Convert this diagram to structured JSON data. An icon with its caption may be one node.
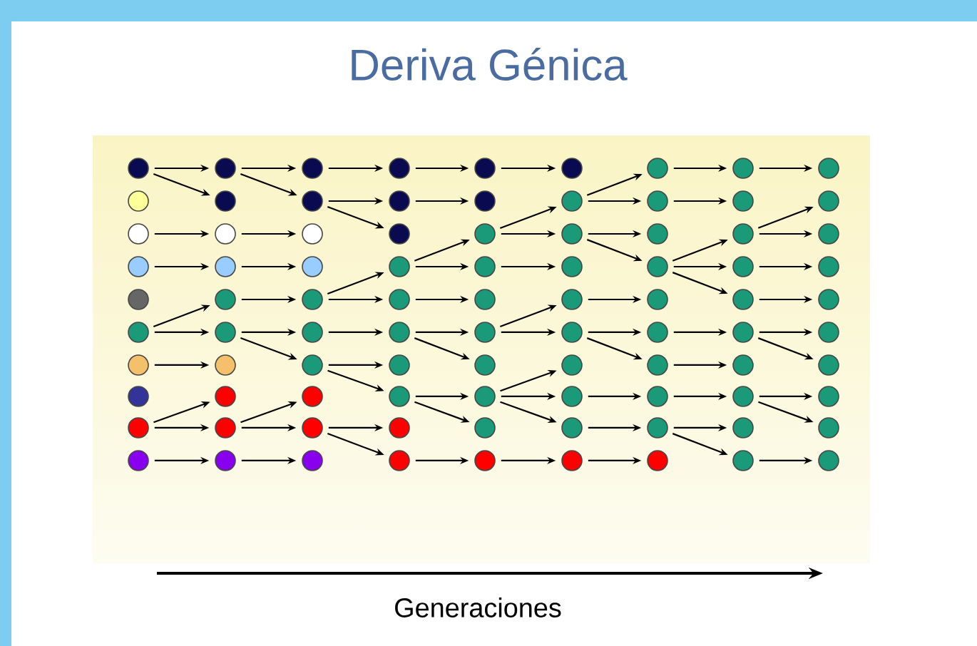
{
  "diagram": {
    "title": "Deriva Génica",
    "nodes": [
      {
        "text": [],
        "shape": "circle"
      },
      {
        "text": [],
        "shape": "circle"
      },
      {
        "text": [],
        "shape": "circle"
      },
      {
        "text": [],
        "shape": "circle"
      },
      {
        "text": [],
        "shape": "circle"
      },
      {
        "text": [],
        "shape": "circle"
      },
      {
        "text": [],
        "shape": "circle"
      },
      {
        "text": [],
        "shape": "circle"
      },
      {
        "text": [],
        "shape": "circle"
      },
      {
        "text": [],
        "shape": "circle"
      },
      {
        "text": [],
        "shape": "circle"
      },
      {
        "text": [],
        "shape": "circle"
      },
      {
        "text": [],
        "shape": "circle"
      },
      {
        "text": [],
        "shape": "circle"
      },
      {
        "text": [],
        "shape": "circle"
      },
      {
        "text": [],
        "shape": "circle"
      },
      {
        "text": [],
        "shape": "circle"
      },
      {
        "text": [],
        "shape": "circle"
      },
      {
        "text": [],
        "shape": "circle"
      },
      {
        "text": [],
        "shape": "circle"
      },
      {
        "text": [],
        "shape": "circle"
      },
      {
        "text": [],
        "shape": "circle"
      },
      {
        "text": [],
        "shape": "circle"
      },
      {
        "text": [],
        "shape": "circle"
      },
      {
        "text": [],
        "shape": "circle"
      },
      {
        "text": [],
        "shape": "circle"
      },
      {
        "text": [],
        "shape": "circle"
      },
      {
        "text": [],
        "shape": "circle"
      },
      {
        "text": [],
        "shape": "circle"
      },
      {
        "text": [],
        "shape": "circle"
      },
      {
        "text": [],
        "shape": "circle"
      },
      {
        "text": [],
        "shape": "circle"
      },
      {
        "text": [],
        "shape": "circle"
      },
      {
        "text": [],
        "shape": "circle"
      },
      {
        "text": [],
        "shape": "circle"
      },
      {
        "text": [],
        "shape": "circle"
      },
      {
        "text": [],
        "shape": "circle"
      },
      {
        "text": [],
        "shape": "circle"
      },
      {
        "text": [],
        "shape": "circle"
      },
      {
        "text": [],
        "shape": "circle"
      },
      {
        "text": [],
        "shape": "circle"
      },
      {
        "text": [],
        "shape": "circle"
      },
      {
        "text": [],
        "shape": "circle"
      },
      {
        "text": [],
        "shape": "circle"
      },
      {
        "text": [],
        "shape": "circle"
      },
      {
        "text": [],
        "shape": "circle"
      },
      {
        "text": [],
        "shape": "circle"
      },
      {
        "text": [],
        "shape": "circle"
      },
      {
        "text": [],
        "shape": "circle"
      },
      {
        "text": [],
        "shape": "circle"
      },
      {
        "text": [],
        "shape": "circle"
      },
      {
        "text": [],
        "shape": "circle"
      },
      {
        "text": [],
        "shape": "circle"
      },
      {
        "text": [],
        "shape": "circle"
      },
      {
        "text": [],
        "shape": "circle"
      },
      {
        "text": [],
        "shape": "circle"
      },
      {
        "text": [],
        "shape": "circle"
      },
      {
        "text": [],
        "shape": "circle"
      },
      {
        "text": [],
        "shape": "circle"
      },
      {
        "text": [],
        "shape": "circle"
      },
      {
        "text": [],
        "shape": "circle"
      },
      {
        "text": [],
        "shape": "circle"
      },
      {
        "text": [],
        "shape": "circle"
      },
      {
        "text": [],
        "shape": "circle"
      },
      {
        "text": [],
        "shape": "circle"
      },
      {
        "text": [],
        "shape": "circle"
      },
      {
        "text": [],
        "shape": "circle"
      },
      {
        "text": [],
        "shape": "circle"
      },
      {
        "text": [],
        "shape": "circle"
      },
      {
        "text": [],
        "shape": "circle"
      },
      {
        "text": [],
        "shape": "circle"
      },
      {
        "text": [],
        "shape": "circle"
      },
      {
        "text": [],
        "shape": "circle"
      },
      {
        "text": [],
        "shape": "circle"
      },
      {
        "text": [],
        "shape": "circle"
      },
      {
        "text": [],
        "shape": "circle"
      },
      {
        "text": [],
        "shape": "circle"
      },
      {
        "text": [],
        "shape": "circle"
      },
      {
        "text": [],
        "shape": "circle"
      },
      {
        "text": [],
        "shape": "circle"
      },
      {
        "text": [],
        "shape": "circle"
      },
      {
        "text": [],
        "shape": "circle"
      },
      {
        "text": [],
        "shape": "circle"
      },
      {
        "text": [],
        "shape": "circle"
      },
      {
        "text": [],
        "shape": "circle"
      },
      {
        "text": [],
        "shape": "circle"
      },
      {
        "text": [],
        "shape": "circle"
      },
      {
        "text": [],
        "shape": "circle"
      },
      {
        "text": [],
        "shape": "circle"
      },
      {
        "text": [],
        "shape": "circle"
      }
    ],
    "edges": [
      {
        "from": 0,
        "to": 10,
        "arrow": "to"
      },
      {
        "from": 0,
        "to": 11,
        "arrow": "to"
      },
      {
        "from": 2,
        "to": 12,
        "arrow": "to"
      },
      {
        "from": 3,
        "to": 13,
        "arrow": "to"
      },
      {
        "from": 5,
        "to": 14,
        "arrow": "to"
      },
      {
        "from": 5,
        "to": 15,
        "arrow": "to"
      },
      {
        "from": 6,
        "to": 16,
        "arrow": "to"
      },
      {
        "from": 8,
        "to": 17,
        "arrow": "to"
      },
      {
        "from": 8,
        "to": 18,
        "arrow": "to"
      },
      {
        "from": 9,
        "to": 19,
        "arrow": "to"
      },
      {
        "from": 10,
        "to": 20,
        "arrow": "to"
      },
      {
        "from": 10,
        "to": 21,
        "arrow": "to"
      },
      {
        "from": 12,
        "to": 22,
        "arrow": "to"
      },
      {
        "from": 13,
        "to": 23,
        "arrow": "to"
      },
      {
        "from": 14,
        "to": 24,
        "arrow": "to"
      },
      {
        "from": 15,
        "to": 25,
        "arrow": "to"
      },
      {
        "from": 15,
        "to": 26,
        "arrow": "to"
      },
      {
        "from": 18,
        "to": 27,
        "arrow": "to"
      },
      {
        "from": 18,
        "to": 28,
        "arrow": "to"
      },
      {
        "from": 19,
        "to": 29,
        "arrow": "to"
      },
      {
        "from": 20,
        "to": 30,
        "arrow": "to"
      },
      {
        "from": 21,
        "to": 31,
        "arrow": "to"
      },
      {
        "from": 21,
        "to": 32,
        "arrow": "to"
      },
      {
        "from": 24,
        "to": 33,
        "arrow": "to"
      },
      {
        "from": 24,
        "to": 34,
        "arrow": "to"
      },
      {
        "from": 25,
        "to": 35,
        "arrow": "to"
      },
      {
        "from": 26,
        "to": 36,
        "arrow": "to"
      },
      {
        "from": 26,
        "to": 37,
        "arrow": "to"
      },
      {
        "from": 28,
        "to": 38,
        "arrow": "to"
      },
      {
        "from": 28,
        "to": 39,
        "arrow": "to"
      },
      {
        "from": 30,
        "to": 40,
        "arrow": "to"
      },
      {
        "from": 31,
        "to": 41,
        "arrow": "to"
      },
      {
        "from": 33,
        "to": 42,
        "arrow": "to"
      },
      {
        "from": 33,
        "to": 43,
        "arrow": "to"
      },
      {
        "from": 34,
        "to": 44,
        "arrow": "to"
      },
      {
        "from": 35,
        "to": 45,
        "arrow": "to"
      },
      {
        "from": 35,
        "to": 46,
        "arrow": "to"
      },
      {
        "from": 37,
        "to": 47,
        "arrow": "to"
      },
      {
        "from": 37,
        "to": 48,
        "arrow": "to"
      },
      {
        "from": 39,
        "to": 49,
        "arrow": "to"
      },
      {
        "from": 40,
        "to": 50,
        "arrow": "to"
      },
      {
        "from": 42,
        "to": 51,
        "arrow": "to"
      },
      {
        "from": 42,
        "to": 52,
        "arrow": "to"
      },
      {
        "from": 43,
        "to": 53,
        "arrow": "to"
      },
      {
        "from": 45,
        "to": 54,
        "arrow": "to"
      },
      {
        "from": 45,
        "to": 55,
        "arrow": "to"
      },
      {
        "from": 47,
        "to": 56,
        "arrow": "to"
      },
      {
        "from": 47,
        "to": 57,
        "arrow": "to"
      },
      {
        "from": 47,
        "to": 58,
        "arrow": "to"
      },
      {
        "from": 49,
        "to": 59,
        "arrow": "to"
      },
      {
        "from": 51,
        "to": 60,
        "arrow": "to"
      },
      {
        "from": 51,
        "to": 61,
        "arrow": "to"
      },
      {
        "from": 52,
        "to": 62,
        "arrow": "to"
      },
      {
        "from": 52,
        "to": 63,
        "arrow": "to"
      },
      {
        "from": 54,
        "to": 64,
        "arrow": "to"
      },
      {
        "from": 55,
        "to": 65,
        "arrow": "to"
      },
      {
        "from": 55,
        "to": 66,
        "arrow": "to"
      },
      {
        "from": 57,
        "to": 67,
        "arrow": "to"
      },
      {
        "from": 58,
        "to": 68,
        "arrow": "to"
      },
      {
        "from": 59,
        "to": 69,
        "arrow": "to"
      },
      {
        "from": 60,
        "to": 70,
        "arrow": "to"
      },
      {
        "from": 61,
        "to": 71,
        "arrow": "to"
      },
      {
        "from": 63,
        "to": 72,
        "arrow": "to"
      },
      {
        "from": 63,
        "to": 73,
        "arrow": "to"
      },
      {
        "from": 63,
        "to": 74,
        "arrow": "to"
      },
      {
        "from": 65,
        "to": 75,
        "arrow": "to"
      },
      {
        "from": 66,
        "to": 76,
        "arrow": "to"
      },
      {
        "from": 67,
        "to": 77,
        "arrow": "to"
      },
      {
        "from": 68,
        "to": 78,
        "arrow": "to"
      },
      {
        "from": 68,
        "to": 79,
        "arrow": "to"
      },
      {
        "from": 70,
        "to": 80,
        "arrow": "to"
      },
      {
        "from": 72,
        "to": 81,
        "arrow": "to"
      },
      {
        "from": 72,
        "to": 82,
        "arrow": "to"
      },
      {
        "from": 73,
        "to": 83,
        "arrow": "to"
      },
      {
        "from": 74,
        "to": 84,
        "arrow": "to"
      },
      {
        "from": 75,
        "to": 85,
        "arrow": "to"
      },
      {
        "from": 75,
        "to": 86,
        "arrow": "to"
      },
      {
        "from": 77,
        "to": 87,
        "arrow": "to"
      },
      {
        "from": 77,
        "to": 88,
        "arrow": "to"
      },
      {
        "from": 79,
        "to": 89,
        "arrow": "to"
      }
    ],
    "labels": [
      "Generaciones"
    ]
  }
}
